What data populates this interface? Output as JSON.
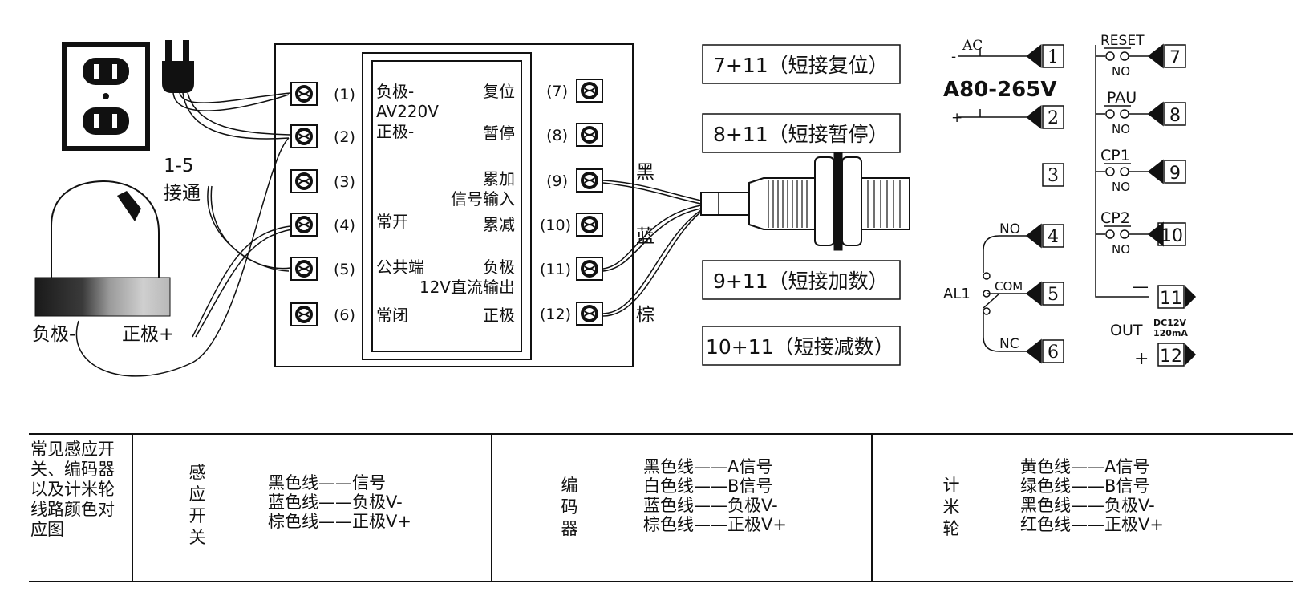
{
  "left": {
    "jumper_1": "1-5",
    "jumper_2": "接通",
    "lamp_neg": "负极-",
    "lamp_pos": "正极+"
  },
  "terminals_left": [
    "(1)",
    "(2)",
    "(3)",
    "(4)",
    "(5)",
    "(6)"
  ],
  "terminals_right": [
    "(7)",
    "(8)",
    "(9)",
    "(10)",
    "(11)",
    "(12)"
  ],
  "panel": {
    "l1": "负极-",
    "l2": "AV220V",
    "l3": "正极-",
    "l4": "常开",
    "l5": "公共端",
    "l6": "常闭",
    "r1": "复位",
    "r2": "暂停",
    "r3a": "累加",
    "r3b": "信号输入",
    "r4": "累减",
    "r5a": "负极",
    "r5b": "12V直流输出",
    "r6": "正极"
  },
  "wire_colors": [
    "黑",
    "蓝",
    "棕"
  ],
  "shorting": [
    "7+11（短接复位）",
    "8+11（短接暂停）",
    "9+11（短接加数）",
    "10+11（短接减数）"
  ],
  "schematic": {
    "ac": "AC",
    "voltage": "A80-265V",
    "minus": "-",
    "plus": "+",
    "t1": "1",
    "t2": "2",
    "t3": "3",
    "t4": "4",
    "t5": "5",
    "t6": "6",
    "t7": "7",
    "t8": "8",
    "t9": "9",
    "t10": "10",
    "t11": "11",
    "t12": "12",
    "no": "NO",
    "com": "COM",
    "nc": "NC",
    "al1": "AL1",
    "reset": "RESET",
    "pau": "PAU",
    "cp1": "CP1",
    "cp2": "CP2",
    "out": "OUT",
    "dc": "DC12V",
    "ma": "120mA",
    "eq": "—",
    "pl": "+"
  },
  "table": {
    "title": "常见感应开关、编码器以及计米轮线路颜色对应图",
    "sensor_label": "感应开关",
    "sensor_lines": [
      "黑色线——信号",
      "蓝色线——负极V-",
      "棕色线——正极V+"
    ],
    "encoder_label": "编码器",
    "encoder_lines": [
      "黑色线——A信号",
      "白色线——B信号",
      "蓝色线——负极V-",
      "棕色线——正极V+"
    ],
    "meter_label": "计米轮",
    "meter_lines": [
      "黄色线——A信号",
      "绿色线——B信号",
      "黑色线——负极V-",
      "红色线——正极V+"
    ]
  }
}
